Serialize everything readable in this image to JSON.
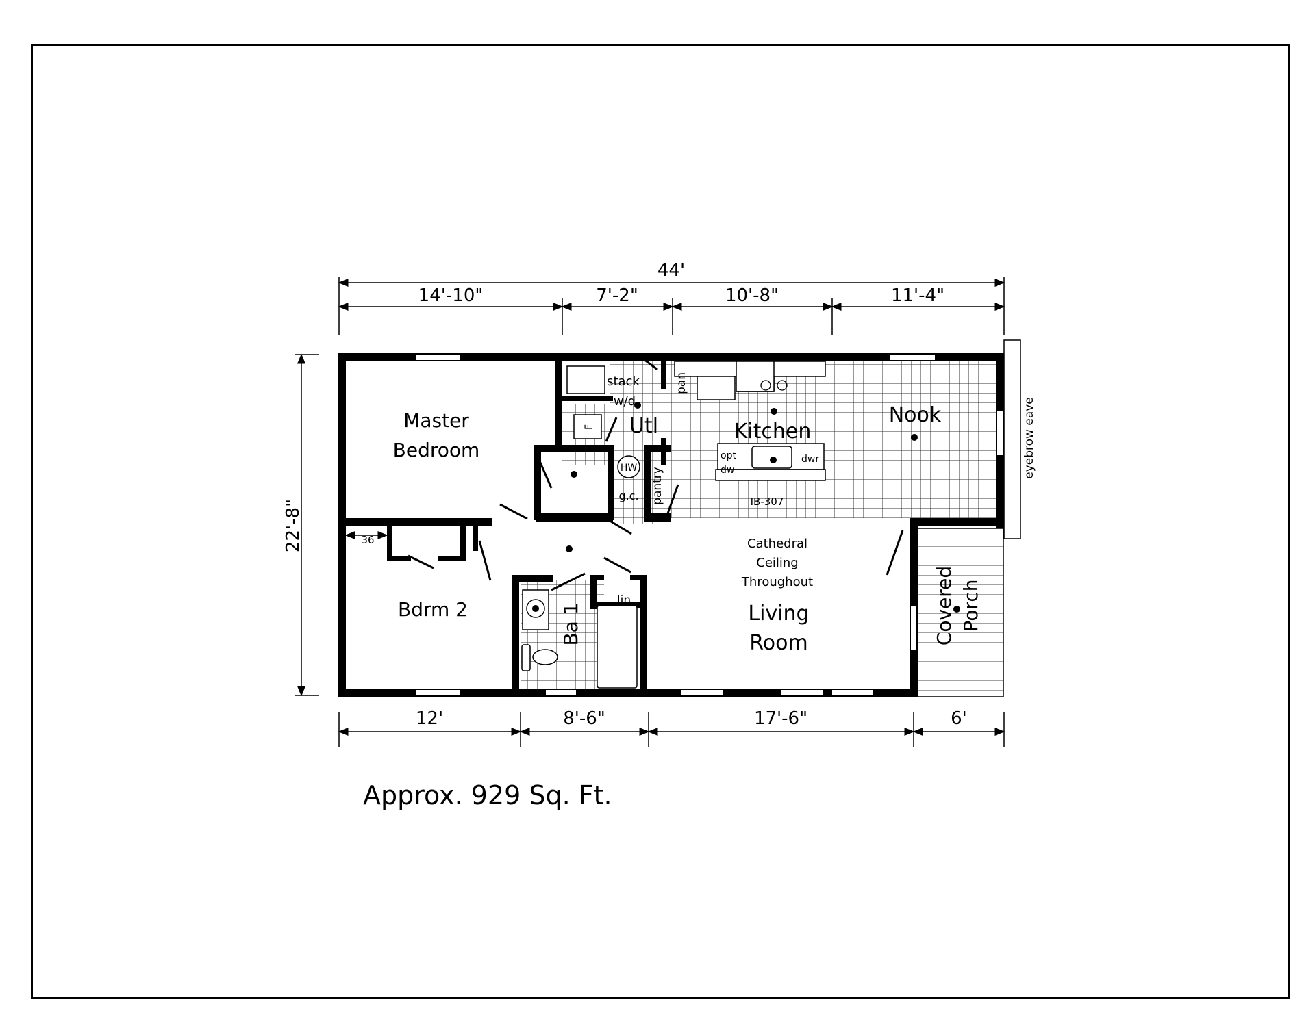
{
  "plan": {
    "overall_width": "44'",
    "overall_depth": "22'-8\"",
    "top_dimensions": [
      "14'-10\"",
      "7'-2\"",
      "10'-8\"",
      "11'-4\""
    ],
    "bottom_dimensions": [
      "12'",
      "8'-6\"",
      "17'-6\"",
      "6'"
    ],
    "area_label": "Approx. 929 Sq. Ft."
  },
  "rooms": {
    "master_bedroom": [
      "Master",
      "Bedroom"
    ],
    "utility": "Utl",
    "stack_wd": [
      "stack",
      "w/d"
    ],
    "pan": "pan",
    "furnace": "F",
    "water_heater": "HW",
    "gc": "g.c.",
    "pantry": "pantry",
    "kitchen": "Kitchen",
    "nook": "Nook",
    "opt_dw": [
      "opt",
      "dw"
    ],
    "dwr": "dwr",
    "island_code": "IB-307",
    "eyebrow_eave": "eyebrow eave",
    "closet_width": "36",
    "bedroom2": "Bdrm 2",
    "bath1": "Ba 1",
    "linen": "lin",
    "ceiling_note": [
      "Cathedral",
      "Ceiling",
      "Throughout"
    ],
    "living_room": [
      "Living",
      "Room"
    ],
    "covered_porch": [
      "Covered",
      "Porch"
    ]
  }
}
